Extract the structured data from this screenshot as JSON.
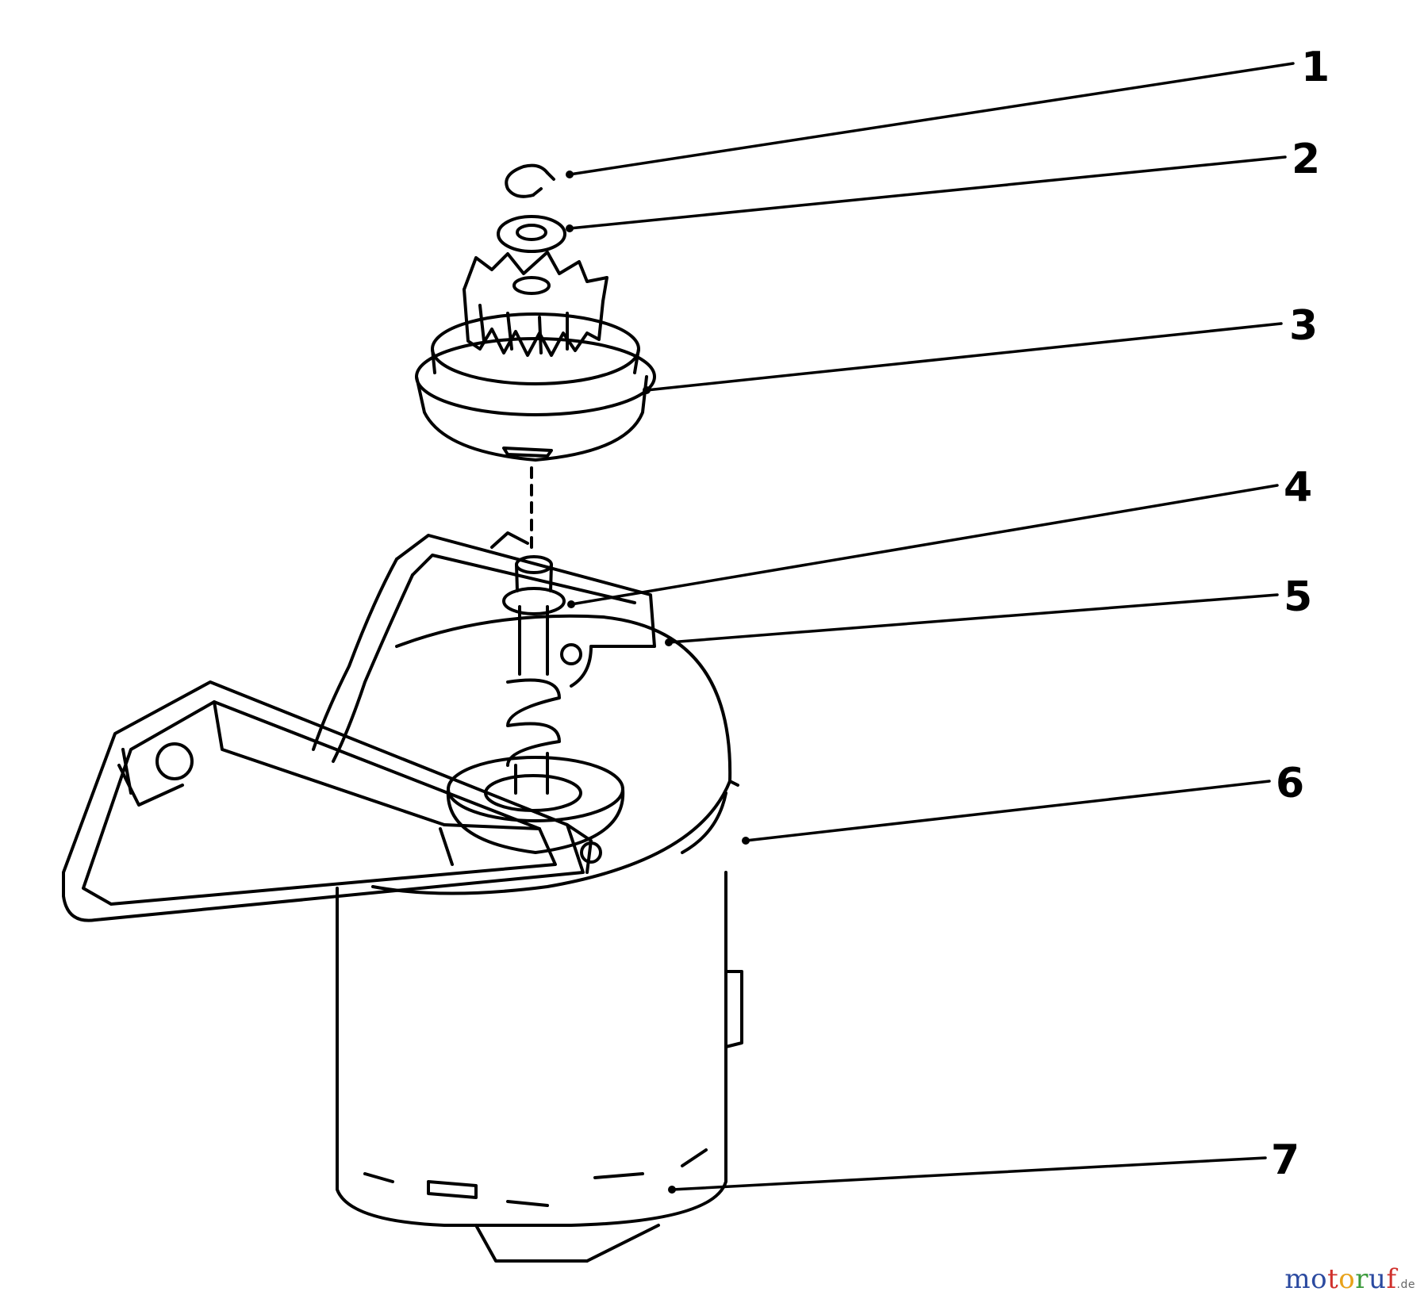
{
  "callouts": [
    "1",
    "2",
    "3",
    "4",
    "5",
    "6",
    "7"
  ],
  "watermark": {
    "letters": [
      {
        "ch": "m",
        "color": "#2b4aa0"
      },
      {
        "ch": "o",
        "color": "#2b4aa0"
      },
      {
        "ch": "t",
        "color": "#d0312d"
      },
      {
        "ch": "o",
        "color": "#e8a21a"
      },
      {
        "ch": "r",
        "color": "#3b9a3b"
      },
      {
        "ch": "u",
        "color": "#2b4aa0"
      },
      {
        "ch": "f",
        "color": "#d0312d"
      }
    ],
    "suffix": ".de"
  }
}
